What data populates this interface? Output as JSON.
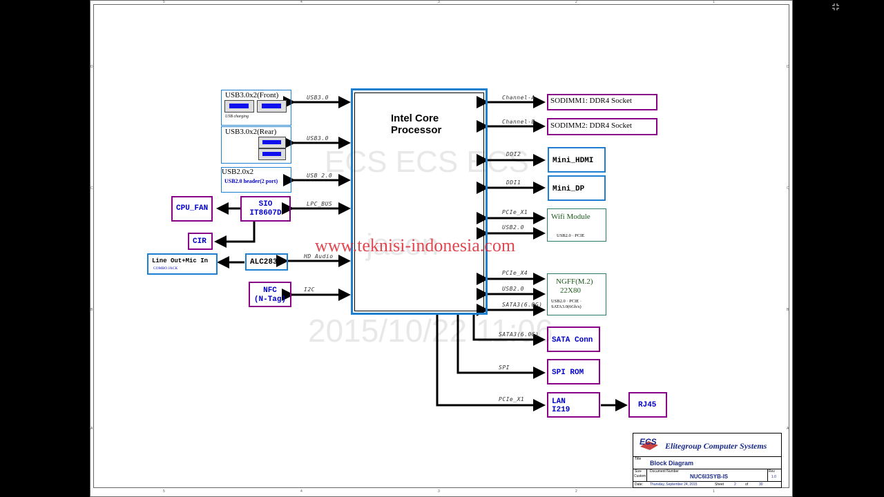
{
  "watermarks": {
    "top": "ECS ECS ECS",
    "mid": "jason",
    "date": "2015/10/22 11:06",
    "site": "www.teknisi-indonesia.com"
  },
  "cpu": {
    "line1": "Intel Core",
    "line2": "Processor"
  },
  "left": {
    "usb3_front": {
      "title": "USB3.0x2(Front)",
      "sub": "USB charging",
      "signal": "USB3.0"
    },
    "usb3_rear": {
      "title": "USB3.0x2(Rear)",
      "signal": "USB3.0"
    },
    "usb2": {
      "title": "USB2.0x2",
      "sub": "USB2.0 header(2 port)",
      "signal": "USB 2.0"
    },
    "sio": {
      "line1": "SIO",
      "line2": "IT8607D",
      "signal": "LPC_BUS"
    },
    "cpu_fan": "CPU_FAN",
    "cir": "CIR",
    "alc": {
      "label": "ALC283",
      "signal": "HD Audio"
    },
    "lineout": {
      "title": "Line Out+Mic In",
      "sub": "COMBO JACK"
    },
    "nfc": {
      "line1": "NFC",
      "line2": "(N-Tag)",
      "signal": "I2C"
    }
  },
  "right": {
    "sodimm1": {
      "label": "SODIMM1: DDR4 Socket",
      "signal": "Channel-A"
    },
    "sodimm2": {
      "label": "SODIMM2: DDR4 Socket",
      "signal": "Channel-B"
    },
    "hdmi": {
      "label": "Mini_HDMI",
      "signal": "DDI2"
    },
    "dp": {
      "label": "Mini_DP",
      "signal": "DDI1"
    },
    "wifi": {
      "label": "Wifi Module",
      "sub": "USB2.0 · PCIE",
      "signal1": "PCIe_X1",
      "signal2": "USB2.0"
    },
    "ngff": {
      "line1": "NGFF(M.2)",
      "line2": "22X80",
      "sub1": "USB2.0 · PCIE ·",
      "sub2": "SATA3.0(6Gb/s)",
      "signal1": "PCIe_X4",
      "signal2": "USB2.0",
      "signal3": "SATA3(6.0G)"
    },
    "sata": {
      "label": "SATA Conn",
      "signal": "SATA3(6.0G)"
    },
    "spi": {
      "label": "SPI ROM",
      "signal": "SPI"
    },
    "lan": {
      "line1": "LAN",
      "line2": "I219",
      "signal": "PCIe_X1"
    },
    "rj45": "RJ45"
  },
  "title_block": {
    "company": "Elitegroup Computer Systems",
    "logo": "ECS",
    "title_label": "Title",
    "title": "Block Diagram",
    "size_label": "Size",
    "custom_label": "Custom",
    "doc_label": "Document Number",
    "doc_number": "NUC6I3SYB-IS",
    "rev_label": "Rev",
    "rev": "1.0",
    "date_label": "Date:",
    "date": "Thursday, September 24, 2015",
    "sheet_label": "Sheet",
    "sheet": "2",
    "of_label": "of",
    "of": "30"
  },
  "frame": {
    "col_top": [
      "5",
      "4",
      "3",
      "2",
      "1"
    ],
    "col_bottom": [
      "5",
      "4",
      "3",
      "2",
      "1"
    ],
    "row_left": [
      "D",
      "C",
      "B",
      "A"
    ],
    "row_right": [
      "D",
      "C",
      "B",
      "A"
    ]
  },
  "colors": {
    "purple": "#880088",
    "blue_border": "#1e7fd0",
    "label_blue": "#0000cc",
    "green_text": "#1a5a1a"
  }
}
